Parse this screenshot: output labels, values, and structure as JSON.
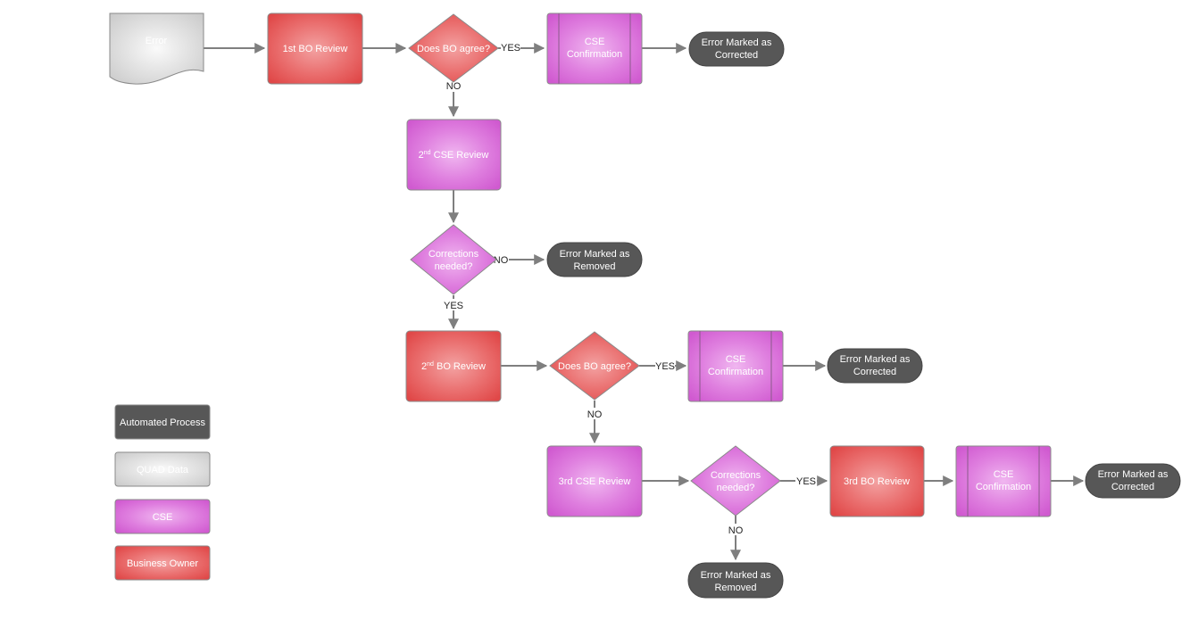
{
  "nodes": {
    "error": {
      "label": "Error"
    },
    "bo_review_1": {
      "label": "1st BO Review"
    },
    "bo_agree_1": {
      "label": "Does BO agree?"
    },
    "cse_confirm_1": {
      "lines": [
        "CSE",
        "Confirmation"
      ]
    },
    "marked_corrected_1": {
      "lines": [
        "Error Marked as",
        "Corrected"
      ]
    },
    "cse_review_2": {
      "prefix": "2",
      "sup": "nd",
      "suffix": " CSE Review"
    },
    "corrections_needed_1": {
      "lines": [
        "Corrections",
        "needed?"
      ]
    },
    "marked_removed_1": {
      "lines": [
        "Error Marked as",
        "Removed"
      ]
    },
    "bo_review_2": {
      "prefix": "2",
      "sup": "nd",
      "suffix": " BO Review"
    },
    "bo_agree_2": {
      "label": "Does BO agree?"
    },
    "cse_confirm_2": {
      "lines": [
        "CSE",
        "Confirmation"
      ]
    },
    "marked_corrected_2": {
      "lines": [
        "Error Marked as",
        "Corrected"
      ]
    },
    "cse_review_3": {
      "label": "3rd CSE Review"
    },
    "corrections_needed_2": {
      "lines": [
        "Corrections",
        "needed?"
      ]
    },
    "bo_review_3": {
      "label": "3rd BO Review"
    },
    "cse_confirm_3": {
      "lines": [
        "CSE",
        "Confirmation"
      ]
    },
    "marked_corrected_3": {
      "lines": [
        "Error Marked as",
        "Corrected"
      ]
    },
    "marked_removed_2": {
      "lines": [
        "Error Marked as",
        "Removed"
      ]
    }
  },
  "edge_labels": {
    "yes_1": "YES",
    "no_1": "NO",
    "no_2": "NO",
    "yes_2": "YES",
    "yes_3": "YES",
    "no_3": "NO",
    "yes_4": "YES",
    "no_4": "NO"
  },
  "legend": {
    "automated": "Automated Process",
    "quad": "QUAD Data",
    "cse": "CSE",
    "bo": "Business Owner"
  },
  "colors": {
    "business_owner": "#e45a5a",
    "cse": "#d966d9",
    "automated": "#575757",
    "quad_data": "#d9d9d9",
    "connector": "#7f7f7f"
  }
}
